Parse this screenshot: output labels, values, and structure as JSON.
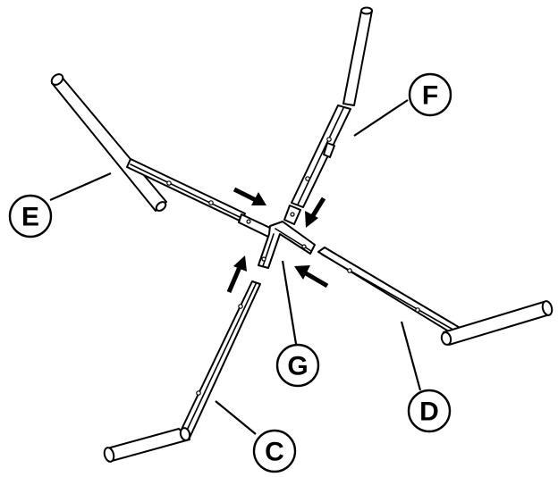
{
  "diagram": {
    "parts": [
      {
        "id": "C",
        "label": "C"
      },
      {
        "id": "D",
        "label": "D"
      },
      {
        "id": "E",
        "label": "E"
      },
      {
        "id": "F",
        "label": "F"
      },
      {
        "id": "G",
        "label": "G"
      }
    ],
    "arrow_count": 4,
    "colors": {
      "line": "#000000",
      "fill": "#ffffff"
    }
  }
}
